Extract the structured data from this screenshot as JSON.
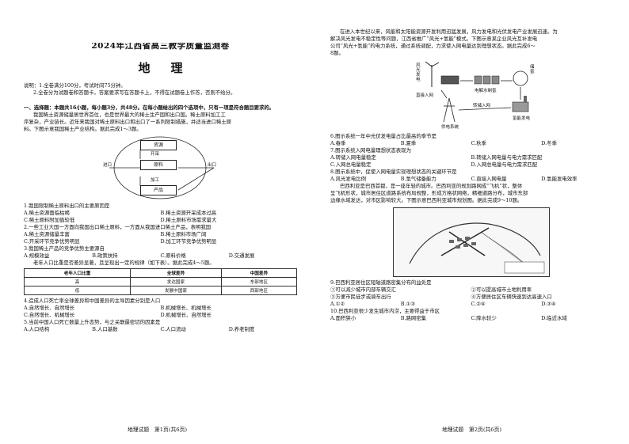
{
  "left": {
    "exam_title": "2024年江西省高三教学质量监测卷",
    "subject": "地理",
    "notes": [
      "说明：1.全卷满分100分，考试时间75分钟。",
      "2.全卷分为试题卷和答题卡，答案要求写在答题卡上，不得在试题卷上作答，否则不给分。"
    ],
    "section": "一、选择题：本题共16小题，每小题3分，共48分。在每小题给出的四个选项中，只有一项是符合题目要求的。",
    "intro": [
      "我国稀土资源储量居世界首位，也是世界最大的稀土生产国和出口国。稀土原料加工工",
      "序复杂，产业链长。近年来我国对稀土原料出口和出口了一系列限制措施，并适当进口稀土原",
      "料。下图示意我国稀土产业结构。据此完成1～3题。"
    ],
    "diagram": {
      "resource": "资源",
      "mining": "开采",
      "raw": "原料",
      "processing": "加工",
      "product": "产品",
      "import": "进口",
      "export": "出口"
    },
    "q1": {
      "stem": "1.我国限制稀土原料出口的主要原因是",
      "options": [
        "A.稀土资源面临枯竭",
        "B.稀土资源开采成本过高",
        "C.稀土原料附加值较低",
        "D.稀土原料市场需求量大"
      ]
    },
    "q2": {
      "stem": "2.一些工业大国一方面向我国出口稀土原料，一方面从我国进口稀土产品，表明我国",
      "options": [
        "A.稀土资源储量丰富",
        "B.稀土原料市场广阔",
        "C.开采环节竞争优势明显",
        "D.加工环节竞争优势明显"
      ]
    },
    "q3": {
      "stem": "3.我国稀土产品的竞争优势主要源自",
      "options": [
        "A.规模效益",
        "B.政策扶持",
        "C.原料价格",
        "D.交通发展"
      ]
    },
    "intro2": "老年人口比重是否差异显著，且呈现出一定的规律（如下表）。据此完成4～5题。",
    "table": {
      "headers": [
        "老年人口比重",
        "全球差异",
        "中国差异"
      ],
      "rows": [
        [
          "高",
          "发达国家",
          "东部地区"
        ],
        [
          "低",
          "发展中国家",
          "西部地区"
        ]
      ]
    },
    "q4": {
      "stem": "4.造成人口死亡率全球差异和中国差异的主导因素分别是人口",
      "options": [
        "A.自然增长、自然增长",
        "B.机械增长、机械增长",
        "C.自然增长、机械增长",
        "D.机械增长、自然增长"
      ]
    },
    "q5": {
      "stem": "5.当前中国人口死亡数量上升态势，与之关联最密切的因素是",
      "options": [
        "A.人口结构",
        "B.人口基数",
        "C.人口流动",
        "D.养老制度"
      ]
    },
    "footer": "地理试题　第1页(共6页)"
  },
  "right": {
    "intro": [
      "在进入本世纪以来，风能和太阳能资源开发利用迅猛发展，风力发电和光伏发电产业发展迅速。为",
      "解决风光发电不稳定性等问题，江西省推广“风光+氢能”模式。下图示意某企业风光互补发电",
      "公司“风光+氢能”的电力系统，通过系统调配，力求使入网电量达到理想状态。据此完成6～",
      "8题。"
    ],
    "chain": {
      "wind_solar": "风光发电",
      "grid_direct": "直接入网",
      "electrolysis": "电解水制氢",
      "storage": "储氢",
      "hydrogen_power": "氢能发电",
      "to_grid": "转储入网",
      "outside_grid": "供电系统"
    },
    "q6": {
      "stem": "6.图示系统一年中光伏发电量占比最高的季节是",
      "options": [
        "A.春季",
        "B.夏季",
        "C.秋季",
        "D.冬季"
      ]
    },
    "q7": {
      "stem": "7.图示系统入网电量理想状态表现为",
      "options": [
        "A.转储入网电量稳定",
        "B.转储入网电量与电力需求匹配",
        "C.入网总电量稳定",
        "D.入网总电量与电力需求匹配"
      ]
    },
    "q8": {
      "stem": "8.图示系统中，促使入网电量实现理想状态的关键环节是",
      "options": [
        "A.风光发电比例",
        "B.氢气储备能力",
        "C.直接入网电量",
        "D.氢能发电效率"
      ]
    },
    "intro2": [
      "巴西利亚是巴西首都，是一座年轻的城市。巴西利亚的规划路网成“飞机”状，整体",
      "呈飞机形状，城市居住区道路系统布局规整，形成方格状网络，精细道路分布，城市东部",
      "边缘水域发达，对市区影响较大。下图示意巴西利亚城市规划图。据此完成9～10题。"
    ],
    "q9": {
      "stem": "9.巴西利亚居住区短轴道路密集分布的益处是",
      "options": [
        "①可以减少城市内部车辆交汇",
        "②可以提高城市土地利用率",
        "③方便市民徒步或骑车出行",
        "④方便居住区车辆快速到达高速入口"
      ],
      "choices": [
        "A.①②",
        "B.①③",
        "C.②④",
        "D.③④"
      ]
    },
    "q10": {
      "stem": "10.巴西利亚很少发生城市内涝，主要得益于市区",
      "options": [
        "A.面积狭小",
        "B.路网密集",
        "C.降水较少",
        "D.临近水域"
      ]
    },
    "footer": "地理试题　第2页(共6页)"
  }
}
